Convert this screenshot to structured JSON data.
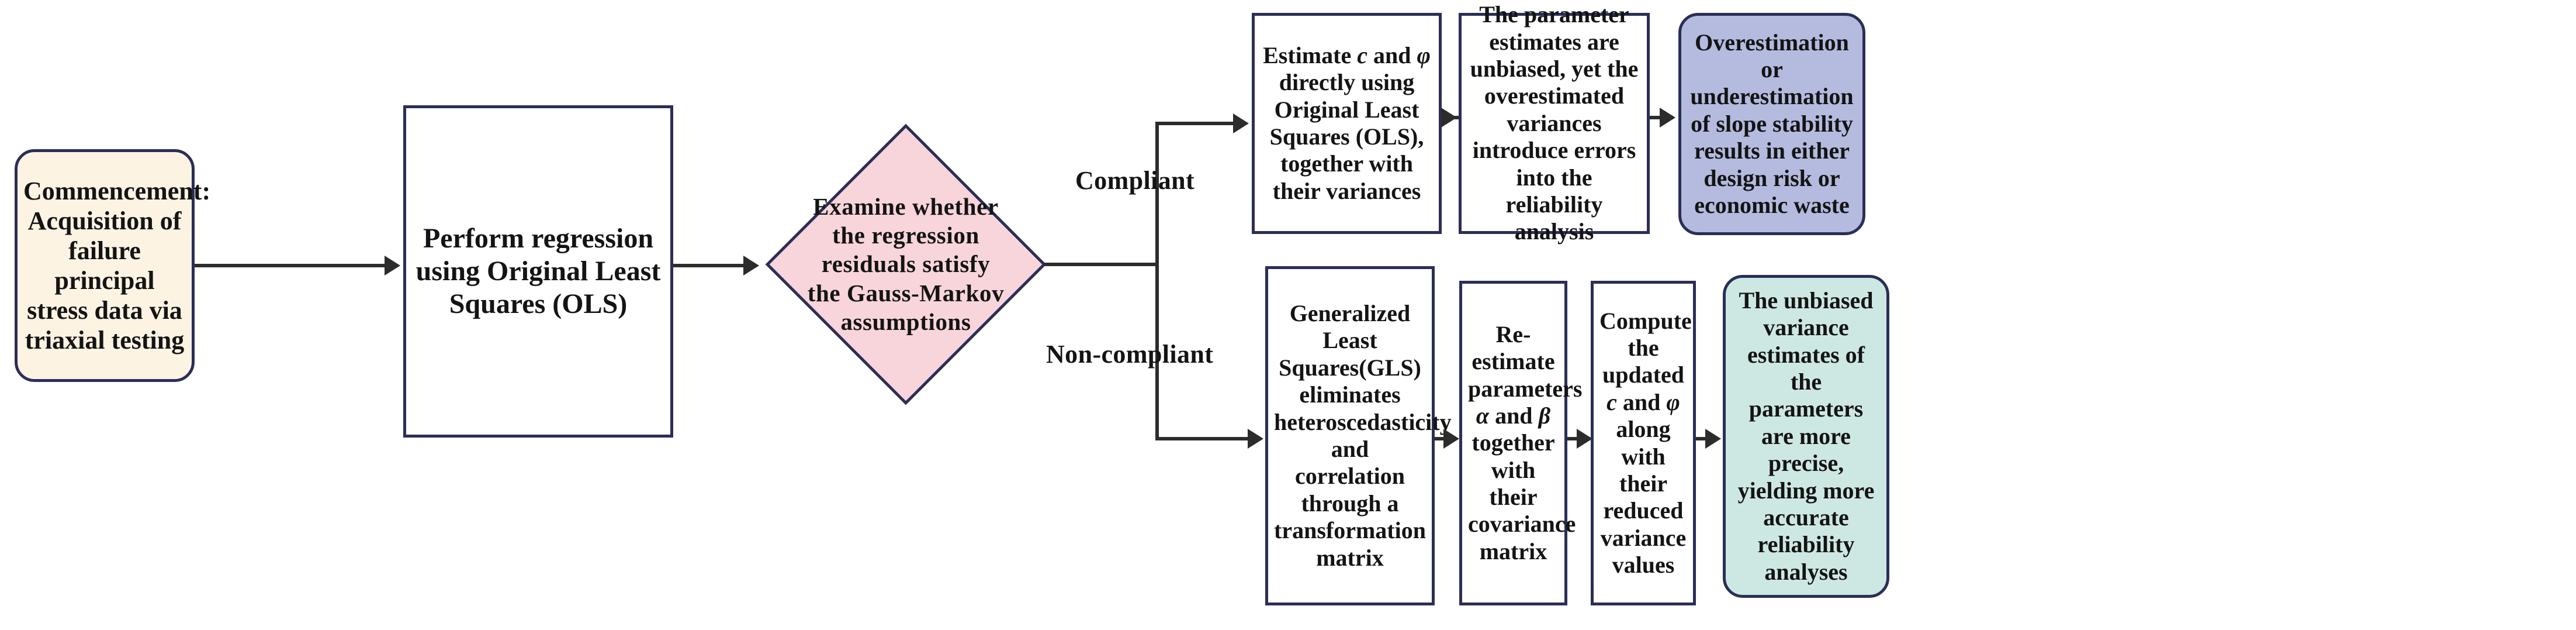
{
  "diagram": {
    "title": "OLS vs GLS slope reliability analysis flowchart",
    "colors": {
      "border": "#2b2f55",
      "start_fill": "#fdf3e3",
      "process_fill": "#ffffff",
      "decision_fill": "#f7d5da",
      "outcome_negative_fill": "#b4bbdf",
      "outcome_positive_fill": "#cde8e2",
      "connector": "#2c2c2c"
    },
    "nodes": {
      "start": "Commencement: Acquisition of failure principal stress data via triaxial testing",
      "ols_regression": "Perform regression using Original Least Squares (OLS)",
      "decision": "Examine whether the regression residuals satisfy the Gauss-Markov assumptions",
      "ols_estimate": "Estimate c and φ directly using Original Least Squares (OLS), together with their variances",
      "ols_result": "The parameter estimates are unbiased, yet the overestimated variances introduce errors into the reliability analysis",
      "ols_outcome": "Overestimation or underestimation of slope stability results in either design risk or economic waste",
      "gls_transform": "Generalized Least Squares(GLS) eliminates heteroscedasticity and correlation through a transformation matrix",
      "gls_reestimate": "Re-estimate parameters α and β together with their covariance matrix",
      "gls_compute": "Compute the updated c and φ along with their reduced variance values",
      "gls_outcome": "The unbiased variance estimates of the parameters are more precise, yielding more accurate reliability analyses"
    },
    "edge_labels": {
      "compliant": "Compliant",
      "non_compliant": "Non-compliant"
    }
  }
}
